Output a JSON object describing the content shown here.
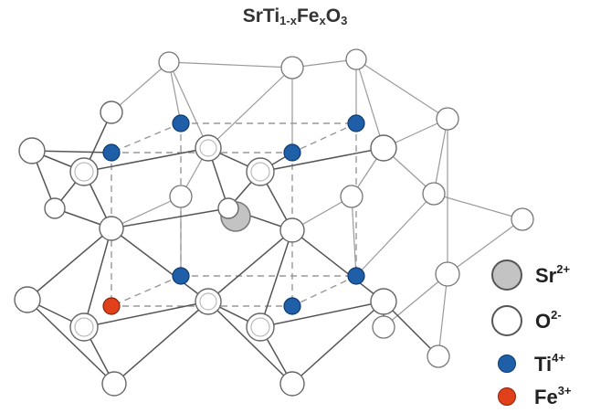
{
  "diagram": {
    "title": {
      "main1": "SrTi",
      "sub1": "1-x",
      "main2": "Fe",
      "sub2": "x",
      "main3": "O",
      "sub3": "3"
    },
    "legend": [
      {
        "name": "sr",
        "symbol": "Sr",
        "charge": "2+",
        "color": "#c3c3c3",
        "icon": "large-gray-circle"
      },
      {
        "name": "o",
        "symbol": "O",
        "charge": "2-",
        "color": "#ffffff",
        "icon": "large-white-circle"
      },
      {
        "name": "ti",
        "symbol": "Ti",
        "charge": "4+",
        "color": "#1f5fa8",
        "icon": "small-blue-circle"
      },
      {
        "name": "fe",
        "symbol": "Fe",
        "charge": "3+",
        "color": "#e0401a",
        "icon": "small-orange-circle"
      }
    ]
  }
}
